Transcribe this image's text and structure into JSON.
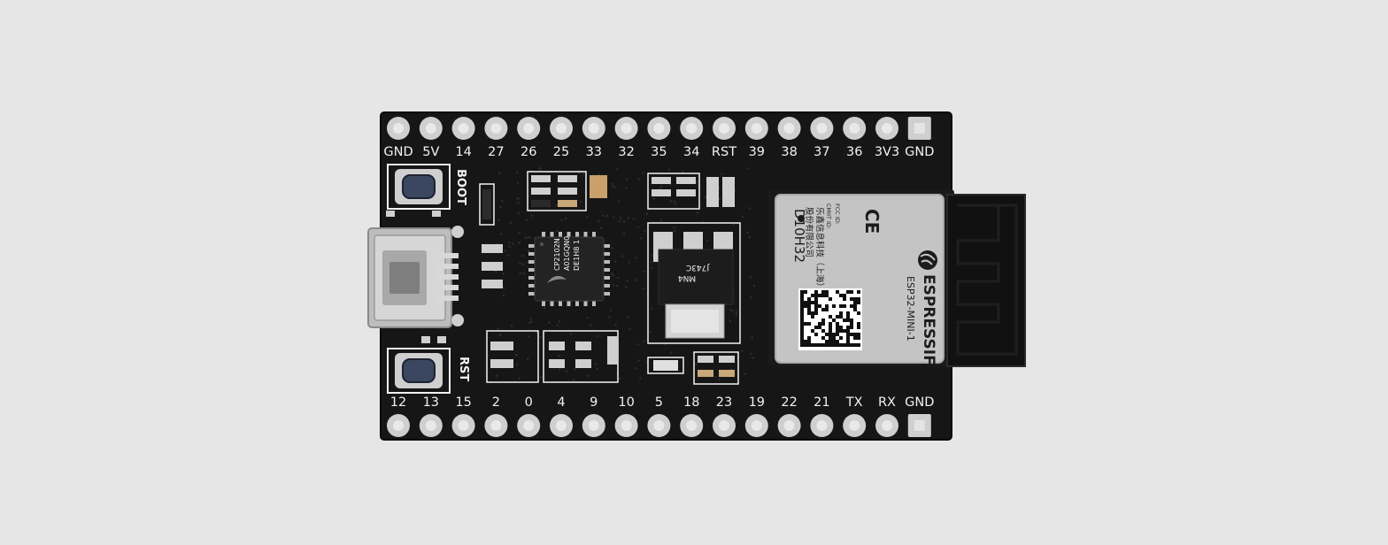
{
  "board": {
    "colors": {
      "background": "#e6e6e6",
      "pcb": "#161616",
      "pad": "#cfcfcf",
      "silkscreen": "#f2f2f2",
      "module_shield": "#c4c4c4",
      "antenna": "#111111"
    },
    "top_pins": [
      "GND",
      "5V",
      "14",
      "27",
      "26",
      "25",
      "33",
      "32",
      "35",
      "34",
      "RST",
      "39",
      "38",
      "37",
      "36",
      "3V3",
      "GND"
    ],
    "bottom_pins": [
      "12",
      "13",
      "15",
      "2",
      "0",
      "4",
      "9",
      "10",
      "5",
      "18",
      "23",
      "19",
      "22",
      "21",
      "TX",
      "RX",
      "GND"
    ],
    "buttons": {
      "boot": "BOOT",
      "reset": "RST"
    },
    "module": {
      "fcc": "FCC ID:",
      "cmiit": "CMIIT ID:",
      "maker_line1": "乐鑫信息科技（上海）",
      "maker_line2": "股份有限公司",
      "ce_mark": "CE",
      "lot": "D10H32",
      "brand": "ESPRESSIF",
      "model": "ESP32-MINI-1"
    },
    "usb_bridge_chip": {
      "line1": "CP2102N",
      "line2": "A01GQN0",
      "line3": "DE1H8 1"
    },
    "regulator_marking": {
      "line1": "J743C",
      "line2": "MN4"
    }
  }
}
